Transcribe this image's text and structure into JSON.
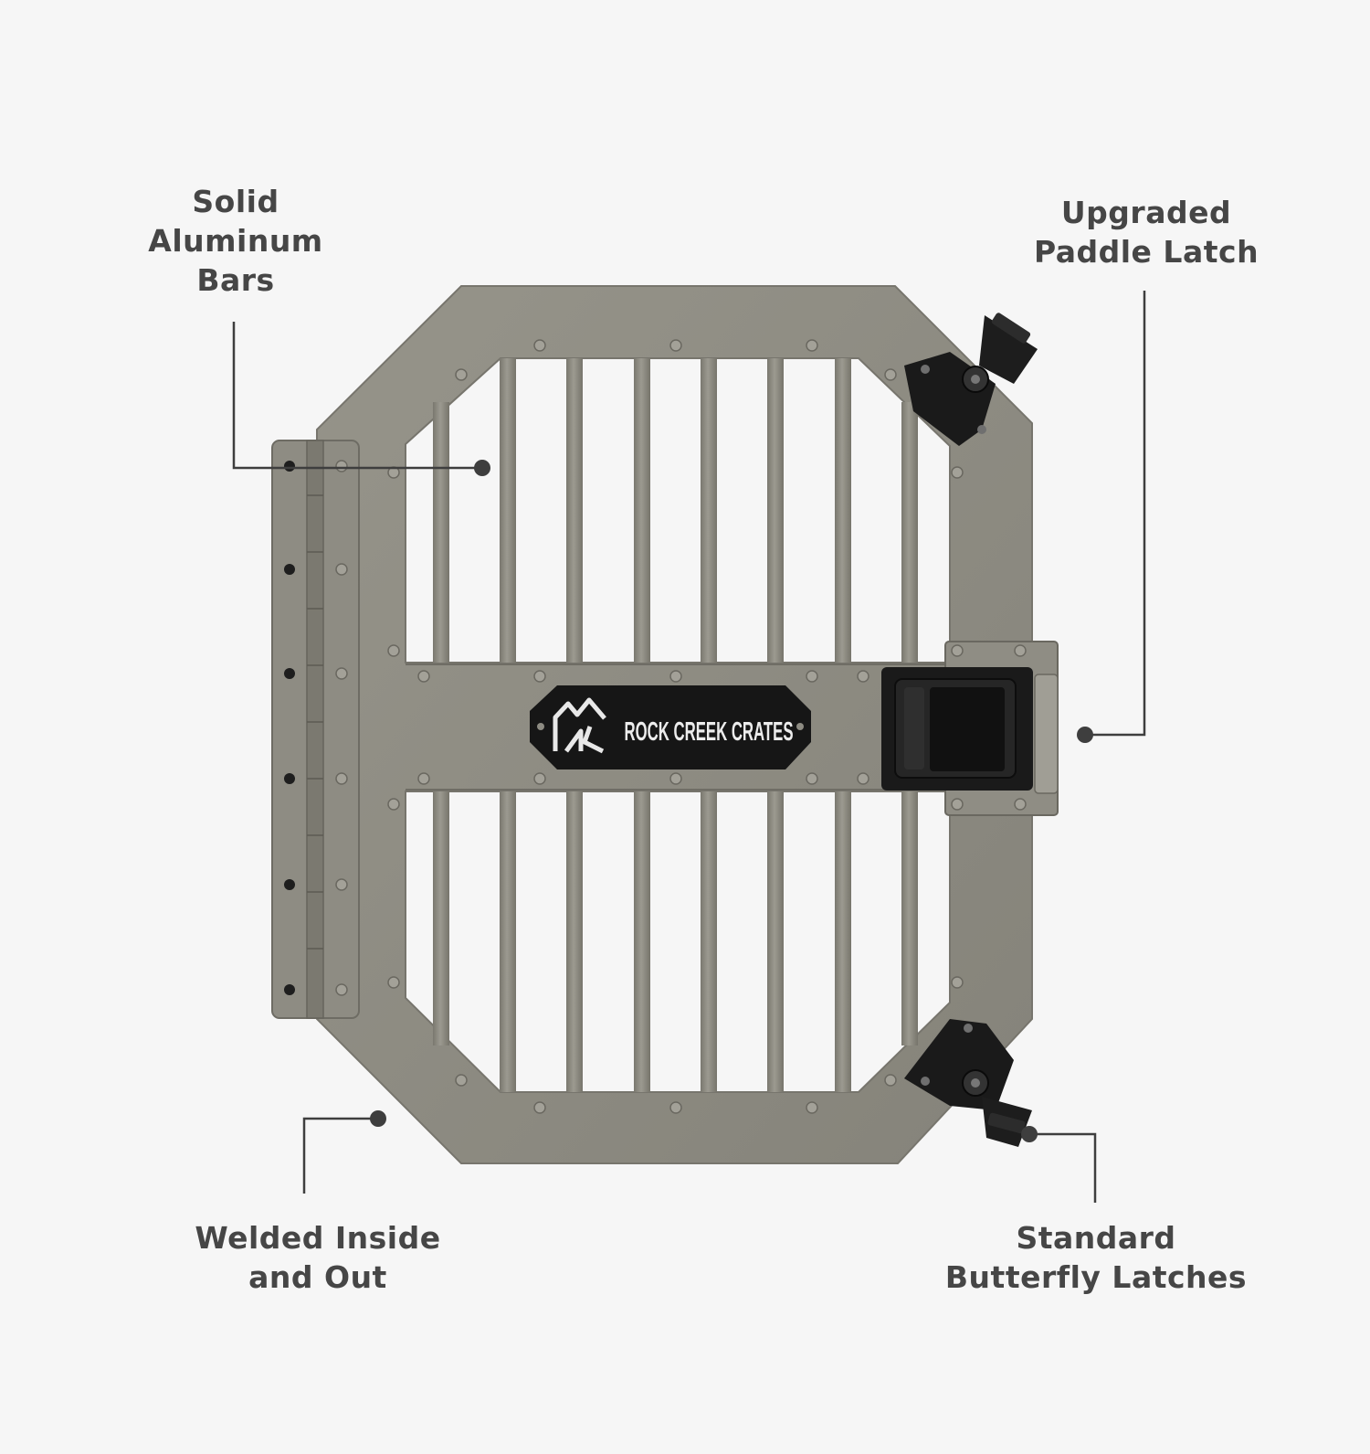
{
  "brand": {
    "name": "ROCK CREEK CRATES",
    "logo_icon": "mountain-rc-logo-icon"
  },
  "callouts": {
    "bars": {
      "line1": "Solid",
      "line2": "Aluminum",
      "line3": "Bars"
    },
    "paddle_latch": {
      "line1": "Upgraded",
      "line2": "Paddle Latch"
    },
    "welded": {
      "line1": "Welded Inside",
      "line2": "and Out"
    },
    "butterfly": {
      "line1": "Standard",
      "line2": "Butterfly Latches"
    }
  },
  "colors": {
    "background": "#f6f6f6",
    "frame": "#8c8a80",
    "bars": "#918f86",
    "text": "#464646",
    "leader": "#3e3e3e",
    "hardware": "#1b1b1b",
    "badge": "#161616"
  }
}
